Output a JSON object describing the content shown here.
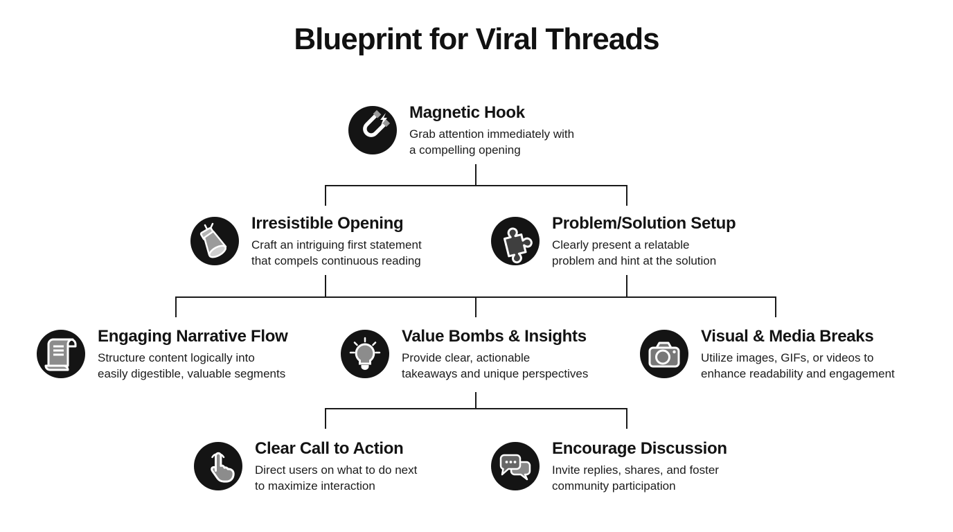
{
  "page": {
    "title": "Blueprint for Viral Threads"
  },
  "colors": {
    "background": "#ffffff",
    "text": "#141414",
    "node_circle": "#141414",
    "icon_light": "#ffffff",
    "icon_gray": "#8c8c8c",
    "connector": "#1a1a1a"
  },
  "nodes": [
    {
      "id": "magnetic-hook",
      "icon": "magnet-icon",
      "title": "Magnetic Hook",
      "desc": "Grab attention immediately with\na compelling opening"
    },
    {
      "id": "irresistible-opening",
      "icon": "spotlight-icon",
      "title": "Irresistible Opening",
      "desc": "Craft an intriguing first statement\nthat compels continuous reading"
    },
    {
      "id": "problem-solution-setup",
      "icon": "puzzle-icon",
      "title": "Problem/Solution Setup",
      "desc": "Clearly present a relatable\nproblem and hint at the solution"
    },
    {
      "id": "engaging-narrative-flow",
      "icon": "scroll-icon",
      "title": "Engaging Narrative Flow",
      "desc": "Structure content logically into\neasily digestible, valuable segments"
    },
    {
      "id": "value-bombs-insights",
      "icon": "lightbulb-icon",
      "title": "Value Bombs & Insights",
      "desc": "Provide clear, actionable\ntakeaways and unique perspectives"
    },
    {
      "id": "visual-media-breaks",
      "icon": "camera-icon",
      "title": "Visual & Media Breaks",
      "desc": "Utilize images, GIFs, or videos to\nenhance readability and engagement"
    },
    {
      "id": "clear-call-to-action",
      "icon": "tap-hand-icon",
      "title": "Clear Call to Action",
      "desc": "Direct users on what to do next\nto maximize interaction"
    },
    {
      "id": "encourage-discussion",
      "icon": "chat-bubbles-icon",
      "title": "Encourage Discussion",
      "desc": "Invite replies, shares, and foster\ncommunity participation"
    }
  ],
  "connections": [
    {
      "from": "magnetic-hook",
      "to": [
        "irresistible-opening",
        "problem-solution-setup"
      ]
    },
    {
      "from": "irresistible-opening",
      "to": [
        "engaging-narrative-flow",
        "value-bombs-insights",
        "visual-media-breaks"
      ]
    },
    {
      "from": "problem-solution-setup",
      "to": [
        "engaging-narrative-flow",
        "value-bombs-insights",
        "visual-media-breaks"
      ]
    },
    {
      "from": "value-bombs-insights",
      "to": [
        "clear-call-to-action",
        "encourage-discussion"
      ]
    }
  ]
}
